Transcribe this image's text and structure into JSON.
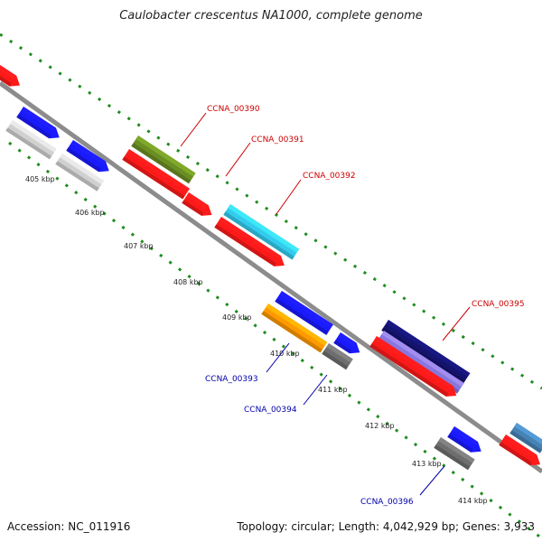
{
  "title": "Caulobacter crescentus NA1000, complete genome",
  "footer": {
    "accession": "Accession: NC_011916",
    "genome_info": "Topology: circular; Length: 4,042,929 bp; Genes: 3,933"
  },
  "kbp_ticks": [
    "405 kbp",
    "406 kbp",
    "407 kbp",
    "408 kbp",
    "409 kbp",
    "410 kbp",
    "411 kbp",
    "412 kbp",
    "413 kbp",
    "414 kbp"
  ],
  "gene_labels": {
    "g390": "CCNA_00390",
    "g391": "CCNA_00391",
    "g392": "CCNA_00392",
    "g393": "CCNA_00393",
    "g394": "CCNA_00394",
    "g395": "CCNA_00395",
    "g396": "CCNA_00396"
  },
  "colors": {
    "backbone": "#8c8c8c",
    "tick_green": "#1e8c1e",
    "forward_label": "#cc0000",
    "reverse_label": "#0000aa",
    "red": "#ff1a1a",
    "blue": "#1a1aff",
    "light_gray": "#d0d0d0",
    "dark_gray": "#6e6e6e",
    "olive": "#6b8e23",
    "cyan": "#33ccee",
    "orange": "#ff9900",
    "navy": "#14146e",
    "lavender": "#8877dd",
    "steel_blue": "#4682b4"
  }
}
